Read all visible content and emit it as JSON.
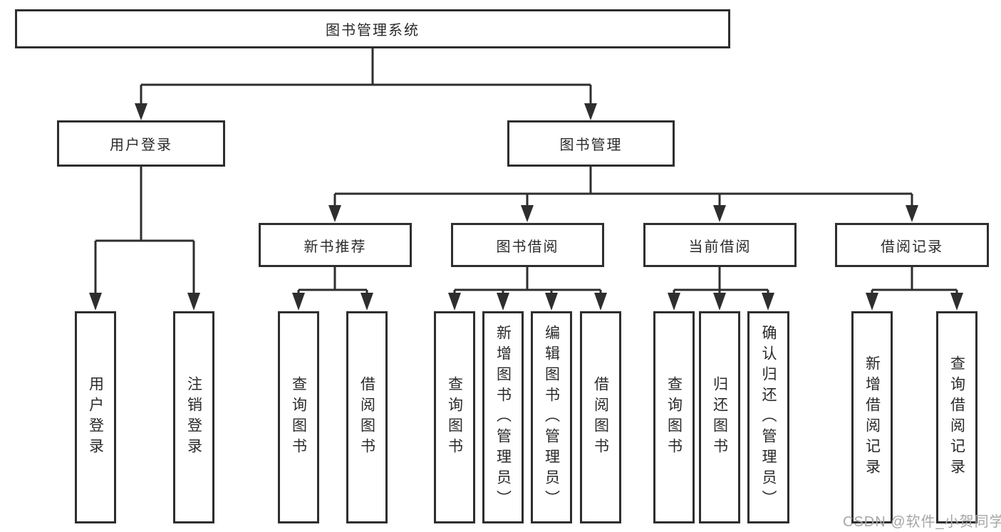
{
  "tree": {
    "label": "图书管理系统",
    "children": [
      {
        "label": "用户登录",
        "children": [
          {
            "label": "用户登录"
          },
          {
            "label": "注销登录"
          }
        ]
      },
      {
        "label": "图书管理",
        "children": [
          {
            "label": "新书推荐",
            "children": [
              {
                "label": "查询图书"
              },
              {
                "label": "借阅图书"
              }
            ]
          },
          {
            "label": "图书借阅",
            "children": [
              {
                "label": "查询图书"
              },
              {
                "label": "新增图书（管理员）"
              },
              {
                "label": "编辑图书（管理员）"
              },
              {
                "label": "借阅图书"
              }
            ]
          },
          {
            "label": "当前借阅",
            "children": [
              {
                "label": "查询图书"
              },
              {
                "label": "归还图书"
              },
              {
                "label": "确认归还（管理员）"
              }
            ]
          },
          {
            "label": "借阅记录",
            "children": [
              {
                "label": "新增借阅记录"
              },
              {
                "label": "查询借阅记录"
              }
            ]
          }
        ]
      }
    ]
  },
  "watermark": {
    "text": "CSDN @软件_小贺同学"
  },
  "colors": {
    "line": "#2e2e2e",
    "text": "#2a2a2a",
    "watermark": "#a6a6a6",
    "background": "#ffffff"
  }
}
